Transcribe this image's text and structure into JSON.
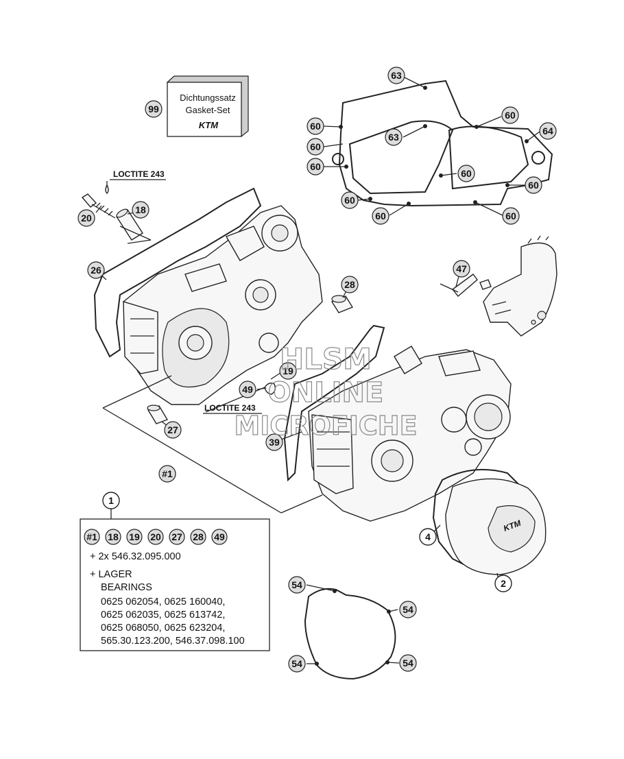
{
  "gasket_kit": {
    "callout": "99",
    "line1": "Dichtungssatz",
    "line2": "Gasket-Set",
    "brand": "KTM"
  },
  "loctite_top": "LOCTITE 243",
  "loctite_bottom": "LOCTITE 243",
  "assembly_ref": "#1",
  "callouts": {
    "c1": "1",
    "c2": "2",
    "c4": "4",
    "c18": "18",
    "c19": "19",
    "c20": "20",
    "c26": "26",
    "c27": "27",
    "c28": "28",
    "c39": "39",
    "c47": "47",
    "c49": "49",
    "c54a": "54",
    "c54b": "54",
    "c54c": "54",
    "c54d": "54",
    "c60a": "60",
    "c60b": "60",
    "c60c": "60",
    "c60d": "60",
    "c60e": "60",
    "c60f": "60",
    "c60g": "60",
    "c60h": "60",
    "c63a": "63",
    "c63b": "63",
    "c64": "64"
  },
  "legend": {
    "parts": [
      "#1",
      "18",
      "19",
      "20",
      "27",
      "28",
      "49"
    ],
    "plus_line": "+ 2x 546.32.095.000",
    "lager": "+ LAGER",
    "bearings": "BEARINGS",
    "numbers": [
      "0625 062054, 0625 160040,",
      "0625 062035, 0625 613742,",
      "0625 068050, 0625 623204,",
      "565.30.123.200, 546.37.098.100"
    ]
  },
  "watermark": {
    "line1": "HLSM",
    "line2": "ONLINE",
    "line3": "MICROFICHE"
  }
}
